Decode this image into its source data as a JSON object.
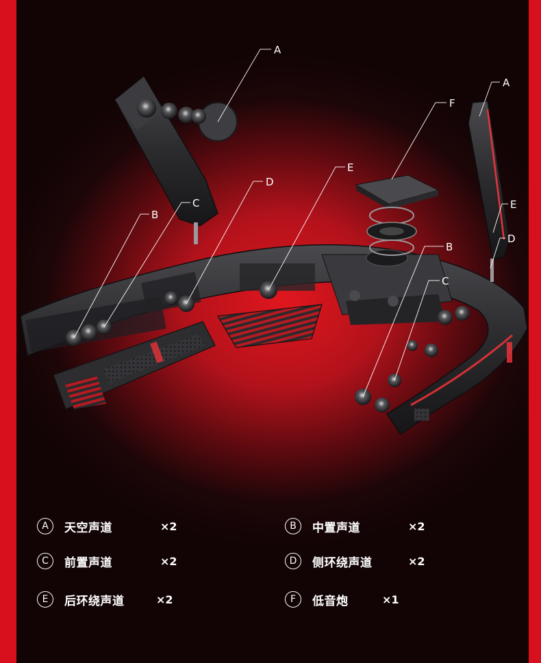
{
  "callouts": {
    "a1": "A",
    "a2": "A",
    "f": "F",
    "e1": "E",
    "e2": "E",
    "d1": "D",
    "d2": "D",
    "c1": "C",
    "c2": "C",
    "b1": "B",
    "b2": "B"
  },
  "legend": [
    {
      "letter": "A",
      "name": "天空声道",
      "count": "×2"
    },
    {
      "letter": "B",
      "name": "中置声道",
      "count": "×2"
    },
    {
      "letter": "C",
      "name": "前置声道",
      "count": "×2"
    },
    {
      "letter": "D",
      "name": "侧环绕声道",
      "count": "×2"
    },
    {
      "letter": "E",
      "name": "后环绕声道",
      "count": "×2"
    },
    {
      "letter": "F",
      "name": "低音炮",
      "count": "×1"
    }
  ],
  "colors": {
    "background": "#d8101e",
    "panel_dark": "#120405",
    "device": "#2a2a2c",
    "accent": "#e8323a"
  }
}
